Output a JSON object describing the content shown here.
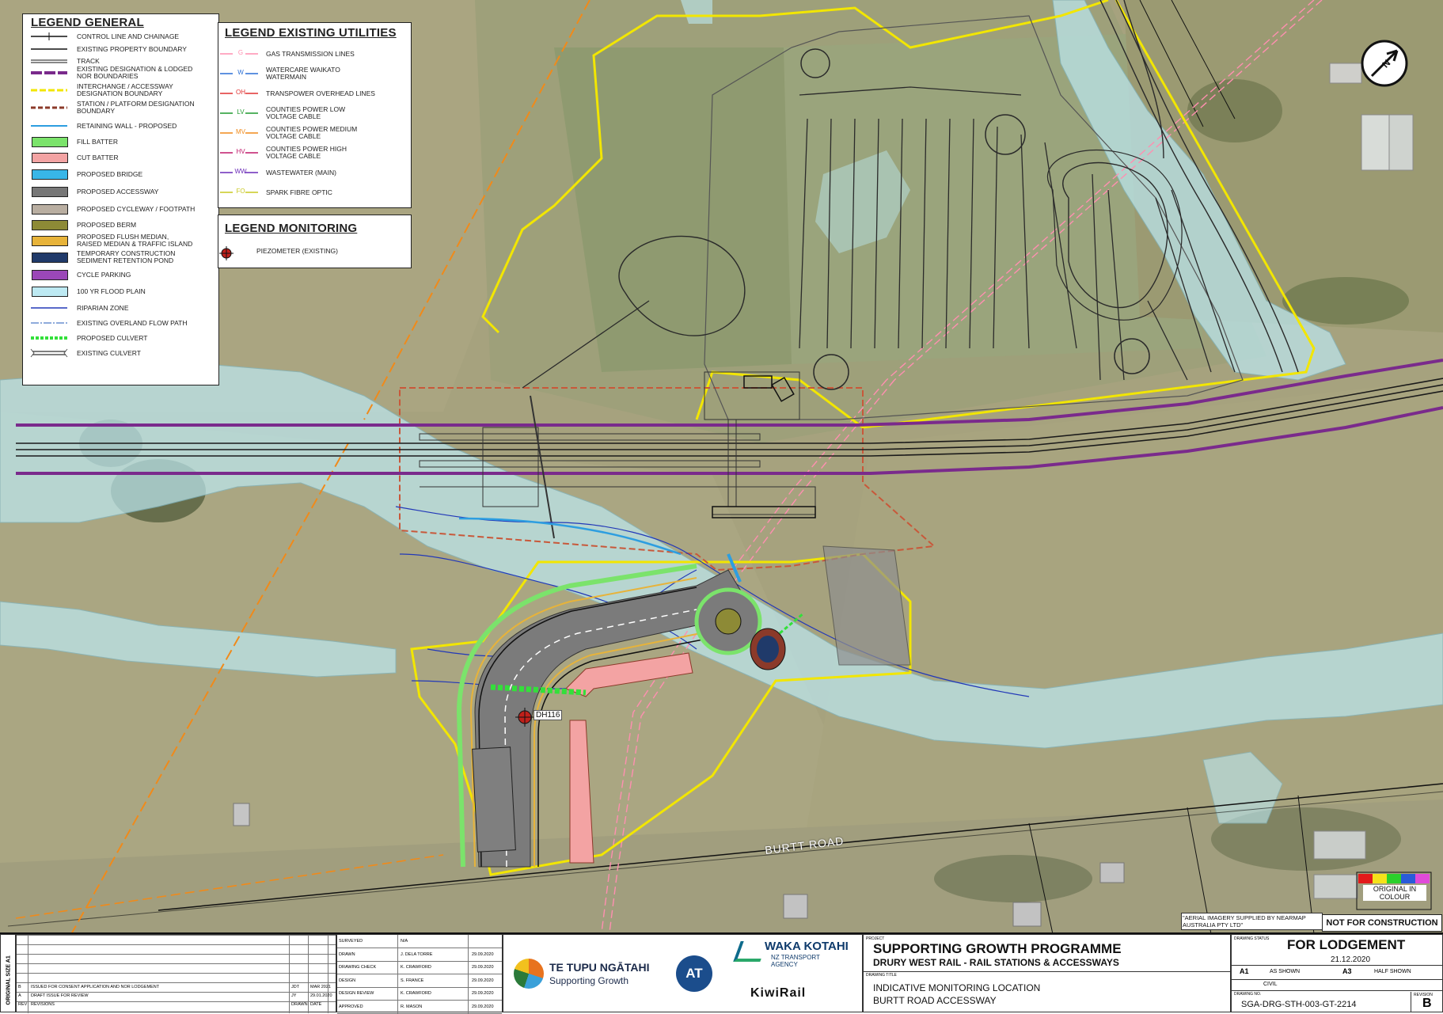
{
  "legend_general": {
    "title": "LEGEND GENERAL",
    "items": [
      {
        "label": "CONTROL LINE AND CHAINAGE",
        "icon": "control-line-symbol",
        "color": "#111111"
      },
      {
        "label": "EXISTING PROPERTY BOUNDARY",
        "icon": "thin-line-symbol",
        "color": "#111111"
      },
      {
        "label": "TRACK",
        "icon": "track-line-symbol",
        "color": "#111111"
      },
      {
        "label": "EXISTING DESIGNATION & LODGED NoR BOUNDARIES",
        "icon": "purple-line-symbol",
        "color": "#7a2a8c"
      },
      {
        "label": "INTERCHANGE / ACCESSWAY DESIGNATION BOUNDARY",
        "icon": "yellow-line-symbol",
        "color": "#f2e600"
      },
      {
        "label": "STATION / PLATFORM DESIGNATION BOUNDARY",
        "icon": "brown-dash-symbol",
        "color": "#8b3a2a"
      },
      {
        "label": "RETAINING WALL - PROPOSED",
        "icon": "retaining-wall-symbol",
        "color": "#2d9ee0"
      },
      {
        "label": "FILL BATTER",
        "icon": "fill-swatch",
        "color": "#7be36b"
      },
      {
        "label": "CUT BATTER",
        "icon": "cut-swatch",
        "color": "#f3a3a3"
      },
      {
        "label": "PROPOSED BRIDGE",
        "icon": "bridge-swatch",
        "color": "#38b6e8"
      },
      {
        "label": "PROPOSED ACCESSWAY",
        "icon": "accessway-swatch",
        "color": "#777777"
      },
      {
        "label": "PROPOSED CYCLEWAY / FOOTPATH",
        "icon": "cycleway-swatch",
        "color": "#b9aea1"
      },
      {
        "label": "PROPOSED BERM",
        "icon": "berm-swatch",
        "color": "#8d8a36"
      },
      {
        "label": "PROPOSED FLUSH MEDIAN, RAISED MEDIAN & TRAFFIC ISLAND",
        "icon": "median-swatch",
        "color": "#e7b33a"
      },
      {
        "label": "TEMPORARY CONSTRUCTION SEDIMENT RETENTION POND",
        "icon": "pond-swatch",
        "color": "#203a6a"
      },
      {
        "label": "CYCLE PARKING",
        "icon": "cycle-parking-swatch",
        "color": "#9b47b8"
      },
      {
        "label": "100 YR FLOOD PLAIN",
        "icon": "flood-swatch",
        "color": "#bde9f2"
      },
      {
        "label": "RIPARIAN ZONE",
        "icon": "riparian-line-symbol",
        "color": "#2238b8"
      },
      {
        "label": "EXISTING OVERLAND FLOW PATH",
        "icon": "flow-path-symbol",
        "color": "#6a8fd0"
      },
      {
        "label": "PROPOSED CULVERT",
        "icon": "proposed-culvert-symbol",
        "color": "#33e03a"
      },
      {
        "label": "EXISTING CULVERT",
        "icon": "existing-culvert-symbol",
        "color": "#555555"
      }
    ]
  },
  "legend_utilities": {
    "title": "LEGEND EXISTING UTILITIES",
    "items": [
      {
        "code": "G",
        "label": "GAS TRANSMISSION LINES",
        "color": "#ff8fb0"
      },
      {
        "code": "W",
        "label": "WATERCARE WAIKATO WATERMAIN",
        "color": "#2a6fd6"
      },
      {
        "code": "OH",
        "label": "TRANSPOWER OVERHEAD LINES",
        "color": "#e03030"
      },
      {
        "code": "LV",
        "label": "COUNTIES POWER LOW VOLTAGE CABLE",
        "color": "#1f9a2e"
      },
      {
        "code": "MV",
        "label": "COUNTIES POWER MEDIUM VOLTAGE CABLE",
        "color": "#f08a1a"
      },
      {
        "code": "HV",
        "label": "COUNTIES POWER HIGH VOLTAGE CABLE",
        "color": "#c0186a"
      },
      {
        "code": "WW",
        "label": "WASTEWATER (MAIN)",
        "color": "#6a2ab8"
      },
      {
        "code": "FO",
        "label": "SPARK FIBRE OPTIC",
        "color": "#c8c820"
      }
    ]
  },
  "legend_monitoring": {
    "title": "LEGEND MONITORING",
    "items": [
      {
        "label": "PIEZOMETER (EXISTING)",
        "icon": "piezometer-icon",
        "color": "#c0201a"
      }
    ]
  },
  "map": {
    "road_label": "BURTT ROAD",
    "piezometer_label": "DH116",
    "aerial_note": "\"AERIAL IMAGERY SUPPLIED BY NEARMAP AUSTRALIA PTY LTD\"",
    "colour_note": "ORIGINAL IN COLOUR",
    "not_for_construction": "NOT FOR CONSTRUCTION",
    "north_arrow": "north-arrow-icon",
    "colors": {
      "aerial": "#a4a07c",
      "flood": "#bde9f2",
      "designation": "#7a2a8c",
      "boundary": "#f2e600",
      "station": "#c8583a"
    }
  },
  "title_block": {
    "signoff": [
      {
        "role": "SURVEYED",
        "name": "N/A",
        "date": ""
      },
      {
        "role": "DRAWN",
        "name": "J. DELA TORRE",
        "date": "29.09.2020"
      },
      {
        "role": "DRAWING CHECK",
        "name": "K. CRAWFORD",
        "date": "29.09.2020"
      },
      {
        "role": "DESIGN",
        "name": "S. FRANCE",
        "date": "29.09.2020"
      },
      {
        "role": "DESIGN REVIEW",
        "name": "K. CRAWFORD",
        "date": "29.09.2020"
      },
      {
        "role": "APPROVED",
        "name": "R. MASON",
        "date": "29.09.2020"
      }
    ],
    "revisions": [
      {
        "rev": "B",
        "desc": "ISSUED FOR CONSENT APPLICATION AND NoR LODGEMENT",
        "by": "JDT",
        "date": "MAR 2021"
      },
      {
        "rev": "A",
        "desc": "DRAFT ISSUE FOR REVIEW",
        "by": "JY",
        "date": "29.01.2020"
      },
      {
        "rev": "REV",
        "desc": "REVISIONS",
        "by": "DRAWN",
        "date": "DATE"
      }
    ],
    "side_label": "ORIGINAL SIZE A1",
    "logo_ttn_title": "TE TUPU NGĀTAHI",
    "logo_ttn_subtitle": "Supporting Growth",
    "logo_at": "AT",
    "logo_waka": "WAKA KOTAHI",
    "logo_waka_sub": "NZ TRANSPORT AGENCY",
    "logo_kiwirail": "KiwiRail",
    "project_label": "PROJECT",
    "project_title": "SUPPORTING GROWTH PROGRAMME",
    "project_subtitle": "DRURY WEST RAIL - RAIL STATIONS & ACCESSWAYS",
    "drawing_title_label": "DRAWING TITLE",
    "drawing_title_1": "INDICATIVE MONITORING LOCATION",
    "drawing_title_2": "BURTT ROAD ACCESSWAY",
    "drawing_status_label": "DRAWING STATUS",
    "status": "FOR LODGEMENT",
    "status_date": "21.12.2020",
    "size": "A1",
    "scale": "AS SHOWN",
    "size_a3": "A3",
    "scale_a3": "HALF SHOWN",
    "discipline": "CIVIL",
    "drawing_no_label": "DRAWING No.",
    "drawing_number": "SGA-DRG-STH-003-GT-2214",
    "revision_label": "REVISION",
    "revision": "B"
  }
}
